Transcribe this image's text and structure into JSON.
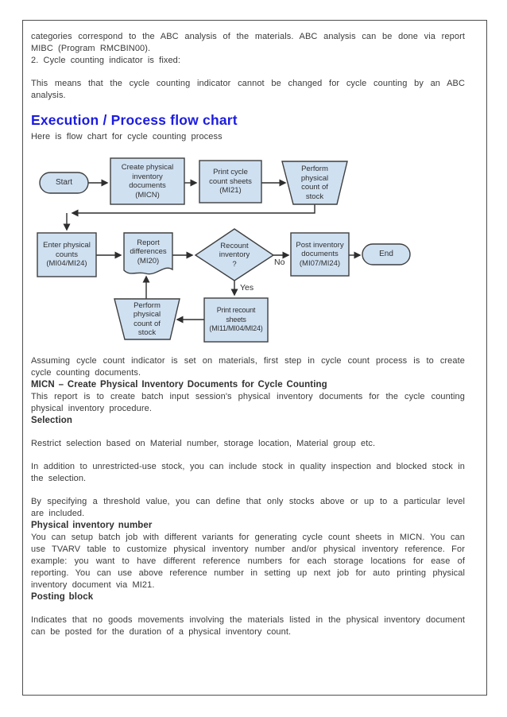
{
  "intro": {
    "line1": "categories correspond to the ABC analysis of the materials. ABC analysis can be done via report MIBC (Program RMCBIN00).",
    "line2": "2. Cycle counting indicator is fixed:",
    "line3": "This means that the cycle counting indicator cannot be changed for cycle counting by an ABC analysis."
  },
  "heading": {
    "title": "Execution / Process flow chart",
    "subtitle": "Here is flow chart for cycle counting process"
  },
  "flowchart": {
    "nodes": {
      "start": "Start",
      "create_docs": "Create physical\ninventory\ndocuments\n(MICN)",
      "print_sheets": "Print cycle\ncount sheets\n(MI21)",
      "perform_count_top": "Perform\nphysical\ncount of\nstock",
      "enter_counts": "Enter physical\ncounts\n(MI04/MI24)",
      "report_diff": "Report\ndifferences\n(MI20)",
      "recount_decision": "Recount\ninventory\n?",
      "post_docs": "Post inventory\ndocuments\n(MI07/MI24)",
      "end": "End",
      "perform_count_bottom": "Perform\nphysical\ncount of\nstock",
      "print_recount": "Print recount\nsheets\n(MI11/MI04/MI24)"
    },
    "labels": {
      "yes": "Yes",
      "no": "No"
    }
  },
  "sections": {
    "assuming": "Assuming cycle count indicator is set on materials, first step in cycle count process is to create cycle counting documents.",
    "micn_heading": "MICN – Create Physical Inventory Documents for Cycle Counting",
    "micn_body": "This report is to create batch input session's physical inventory documents for the cycle counting physical inventory procedure.",
    "selection_heading": "Selection",
    "selection_p1": "Restrict selection based on Material number, storage location, Material group etc.",
    "selection_p2": "In addition to unrestricted-use stock, you can include stock in quality inspection and blocked stock in the selection.",
    "selection_p3": "By specifying a threshold value, you can define that only stocks above or up to a particular level are included.",
    "pin_heading": "Physical inventory number",
    "pin_body": "You can setup batch job with different variants for generating cycle count sheets in MICN. You can use TVARV table to customize physical inventory number and/or physical inventory reference. For example: you want to have different reference numbers for each storage locations for ease of reporting. You can use above reference number in setting up next job for auto printing physical inventory document via MI21.",
    "posting_heading": "Posting block",
    "posting_body": "Indicates that no goods movements involving the materials listed in the physical inventory document can be posted for the duration of a physical inventory count."
  },
  "colors": {
    "heading_blue": "#1c1ce0",
    "node_fill": "#cfe0f1",
    "node_border": "#3f3f3f",
    "connector": "#2e2e2e",
    "body_text": "#3a3a3a",
    "frame_border": "#4f4f4f"
  }
}
